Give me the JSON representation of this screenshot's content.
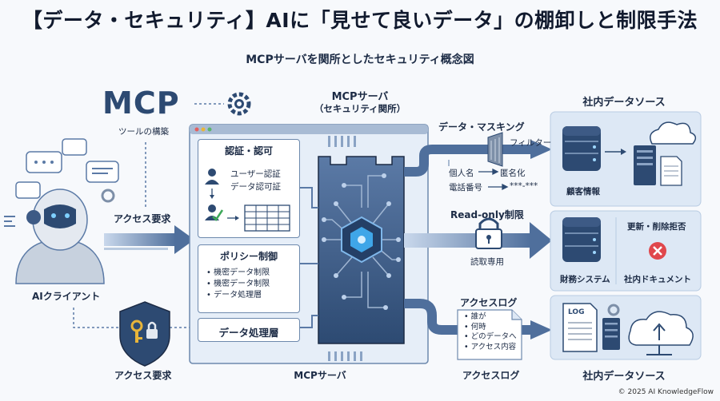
{
  "title": "【データ・セキュリティ】AIに「見せて良いデータ」の棚卸しと制限手法",
  "subtitle": "MCPサーバを関所としたセキュリティ概念図",
  "mcp_logo": {
    "text": "MCP",
    "caption": "ツールの構築"
  },
  "ai_client": {
    "label": "AIクライアント"
  },
  "access_request_top": "アクセス要求",
  "access_request_bottom": "アクセス要求",
  "mcp_server": {
    "title": "MCPサーバ",
    "subtitle": "（セキュリティ関所）",
    "footer": "MCPサーバ"
  },
  "auth_box": {
    "title": "認証・認可",
    "user_auth": "ユーザー認証",
    "data_auth": "データ認可証"
  },
  "policy_box": {
    "title": "ポリシー制御",
    "items": [
      "機密データ制限",
      "機密データ制限",
      "データ処理層"
    ]
  },
  "data_layer_box": {
    "title": "データ処理層"
  },
  "masking": {
    "title": "データ・マスキング",
    "filter": "フィルター",
    "row1_from": "個人名",
    "row1_to": "匿名化",
    "row2_from": "電話番号",
    "row2_to": "***-***"
  },
  "readonly": {
    "title": "Read-only制限",
    "caption": "読取専用"
  },
  "access_log": {
    "title": "アクセスログ",
    "items": [
      "誰が",
      "何時",
      "どのデータへ",
      "アクセス内容"
    ],
    "footer": "アクセスログ",
    "doc_label": "LOG"
  },
  "sources": {
    "header": "社内データソース",
    "footer": "社内データソース",
    "customer": "顧客情報",
    "finance": "財務システム",
    "update_refused": "更新・削除拒否",
    "documents": "社内ドキュメント"
  },
  "copyright": "© 2025 AI KnowledgeFlow",
  "colors": {
    "navy": "#2d4a72",
    "arrow": "#4f6f9c",
    "panel": "#dde8f5",
    "accent_blue": "#3fa6e8",
    "danger": "#e0474c"
  }
}
